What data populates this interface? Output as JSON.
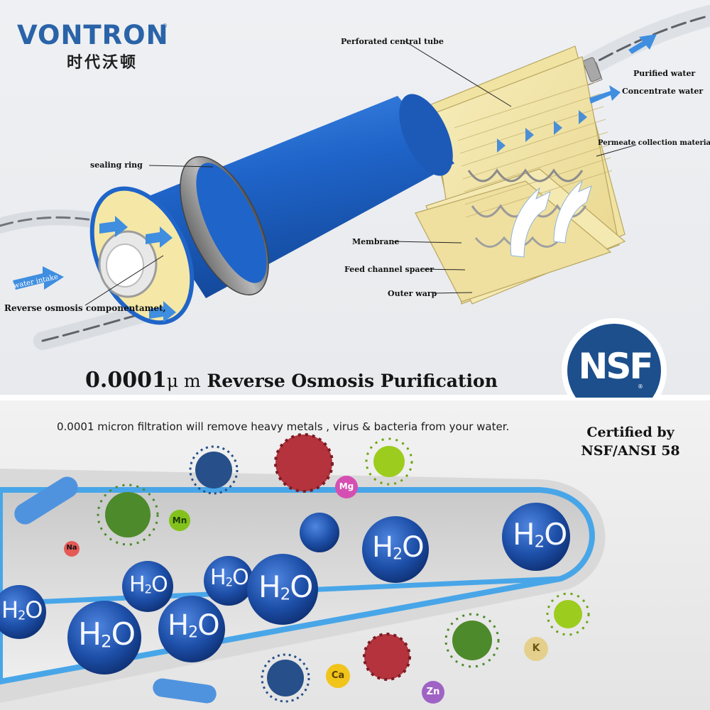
{
  "brand": {
    "name": "VONTRON",
    "registered": "®",
    "chinese_name": "时代沃顿"
  },
  "diagram_labels": {
    "perforated_tube": "Perforated central tube",
    "purified_water": "Purified water",
    "concentrate_water": "Concentrate water",
    "permeate_material": "Permeate collection material",
    "sealing_ring": "sealing ring",
    "membrane": "Membrane",
    "feed_spacer": "Feed channel spacer",
    "outer_warp": "Outer warp",
    "water_intake": "water intake",
    "ro_component": "Reverse osmosis componentamet,"
  },
  "headline": {
    "value": "0.0001",
    "unit": "μ m",
    "text": "Reverse Osmosis Purification"
  },
  "subline": "0.0001 micron filtration will remove heavy metals , virus & bacteria from your water.",
  "certification": {
    "logo_text": "NSF",
    "logo_reg": "®",
    "line1": "Certified by",
    "line2": "NSF/ANSI 58"
  },
  "molecule": {
    "h": "H",
    "sub": "2",
    "o": "O"
  },
  "ions": {
    "mg": "Mg",
    "mn": "Mn",
    "na": "Na",
    "k": "K",
    "ca": "Ca",
    "zn": "Zn"
  },
  "colors": {
    "brand_blue": "#2a63a8",
    "cartridge_blue": "#1f64c9",
    "nsf_blue": "#1c4f8c",
    "molecule_blue": "#1d4fa8",
    "membrane_cream": "#f3e6a8"
  }
}
